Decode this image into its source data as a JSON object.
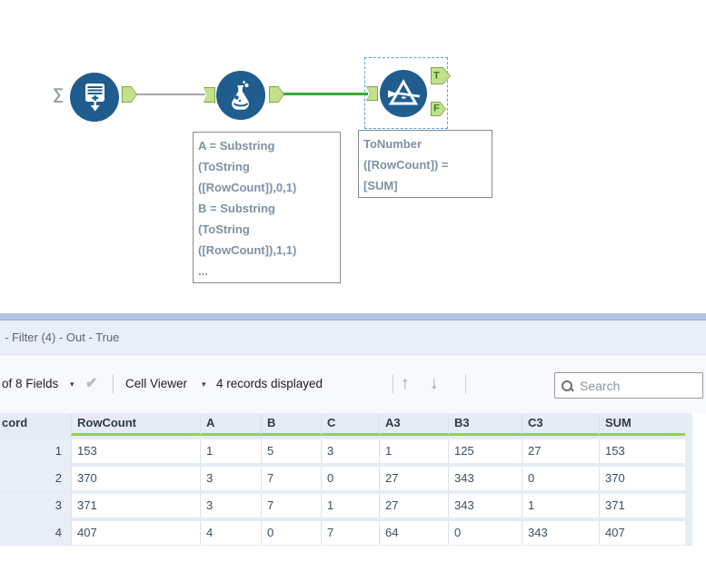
{
  "workflow": {
    "sigma_glyph": "∑",
    "generate_rows_tool": "generate-rows",
    "formula_tool": "formula",
    "filter_tool": "filter",
    "filter_true_label": "T",
    "filter_false_label": "F",
    "formula_annotation": "A = Substring\n(ToString\n([RowCount]),0,1)\nB = Substring\n(ToString\n([RowCount]),1,1)\n...",
    "filter_annotation": "ToNumber\n([RowCount]) =\n[SUM]"
  },
  "results_panel": {
    "title": "- Filter (4) - Out - True",
    "toolbar": {
      "fields_dropdown": "of 8 Fields",
      "fields_caret": "▾",
      "apply_check": "✔",
      "cell_viewer": "Cell Viewer",
      "cell_viewer_caret": "▾",
      "records_displayed": "4 records displayed",
      "up_arrow": "↑",
      "down_arrow": "↓",
      "search_placeholder": "Search",
      "search_value": ""
    },
    "table": {
      "record_header": "cord",
      "columns": [
        "RowCount",
        "A",
        "B",
        "C",
        "A3",
        "B3",
        "C3",
        "SUM"
      ],
      "rows": [
        {
          "record": "1",
          "cells": [
            "153",
            "1",
            "5",
            "3",
            "1",
            "125",
            "27",
            "153"
          ]
        },
        {
          "record": "2",
          "cells": [
            "370",
            "3",
            "7",
            "0",
            "27",
            "343",
            "0",
            "370"
          ]
        },
        {
          "record": "3",
          "cells": [
            "371",
            "3",
            "7",
            "1",
            "27",
            "343",
            "1",
            "371"
          ]
        },
        {
          "record": "4",
          "cells": [
            "407",
            "4",
            "0",
            "7",
            "64",
            "0",
            "343",
            "407"
          ]
        }
      ]
    }
  },
  "colors": {
    "tool_blue": "#1f5d8f",
    "anchor_green_fill": "#c3e18b",
    "anchor_green_border": "#7aa93e",
    "connection_green": "#3aa53a",
    "connection_gray": "#a6a6a6",
    "selection_blue": "#4ea0f0",
    "splitter_bar": "#b3c2e0",
    "header_quality_bar_green": "#8fd64c"
  }
}
